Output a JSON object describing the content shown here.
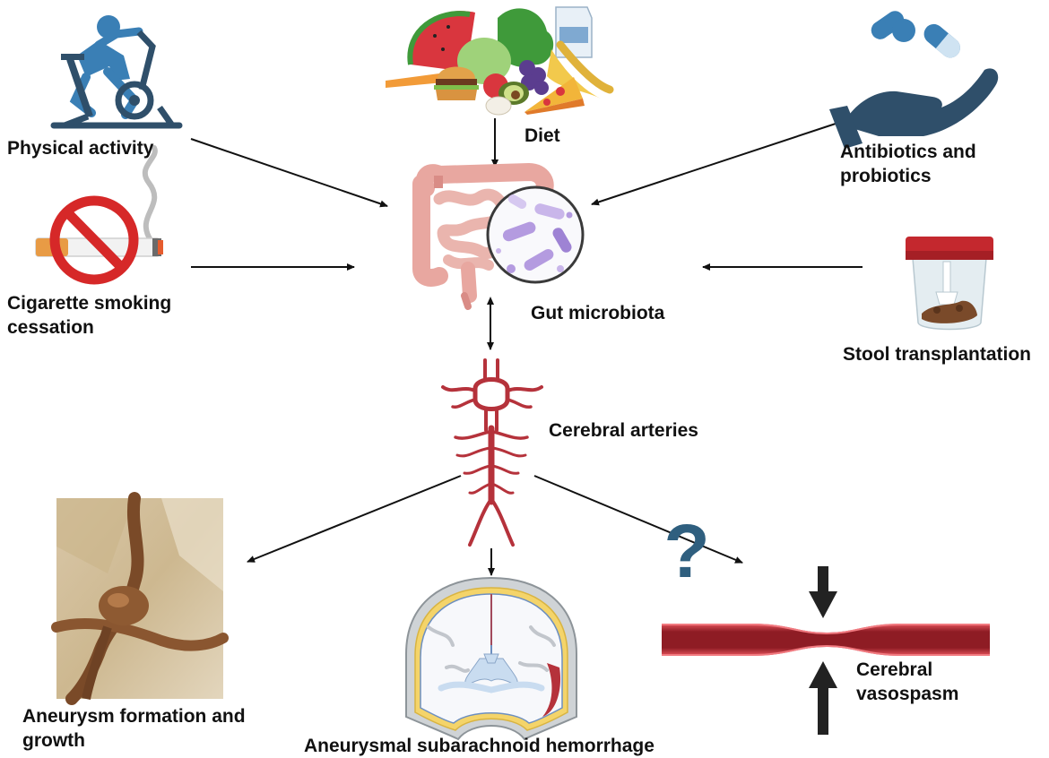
{
  "labels": {
    "physical_activity": "Physical activity",
    "smoking_line1": "Cigarette smoking",
    "smoking_line2": "cessation",
    "diet": "Diet",
    "antibiotics_line1": "Antibiotics and",
    "antibiotics_line2": "probiotics",
    "stool_transplant": "Stool transplantation",
    "gut_microbiota": "Gut microbiota",
    "cerebral_arteries": "Cerebral arteries",
    "aneurysm_line1": "Aneurysm formation and",
    "aneurysm_line2": "growth",
    "sah": "Aneurysmal subarachnoid hemorrhage",
    "vasospasm_line1": "Cerebral",
    "vasospasm_line2": "vasospasm"
  },
  "unknown_marker": "?",
  "colors": {
    "text": "#111111",
    "arrow": "#111111",
    "icon_blue": "#3a7fb5",
    "icon_navy": "#2f4f6a",
    "artery_red": "#b5323b",
    "gut_pink": "#e8a7a0",
    "bacteria_purple": "#b49be0",
    "question_mark": "#2f5f7f",
    "vessel_dark": "#8e1c24"
  },
  "icons": [
    "exercise-bike-icon",
    "no-smoking-icon",
    "food-icon",
    "pill-hand-icon",
    "stool-jar-icon",
    "intestine-icon",
    "bacteria-icon",
    "artery-tree-icon",
    "aneurysm-photo",
    "brain-section-icon",
    "vessel-constriction-icon"
  ]
}
